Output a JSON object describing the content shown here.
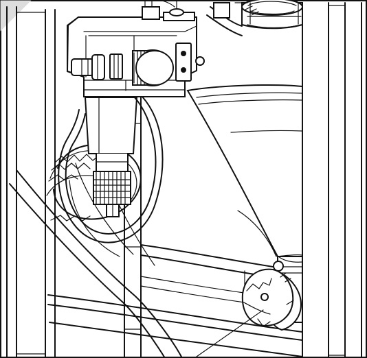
{
  "figure": {
    "type": "technical-line-illustration",
    "palette": {
      "line": "#111111",
      "background": "#ffffff",
      "shade": "#d7d7d7"
    },
    "components": {
      "corner_marker": "page-corner-icon",
      "filter_regulator": "filter-regulator-unit",
      "adjustment_knob": "adjustment-knob-icon",
      "tank": "conical-hopper",
      "valve": "valve-assembly",
      "callout": "callout-leader-line"
    }
  }
}
